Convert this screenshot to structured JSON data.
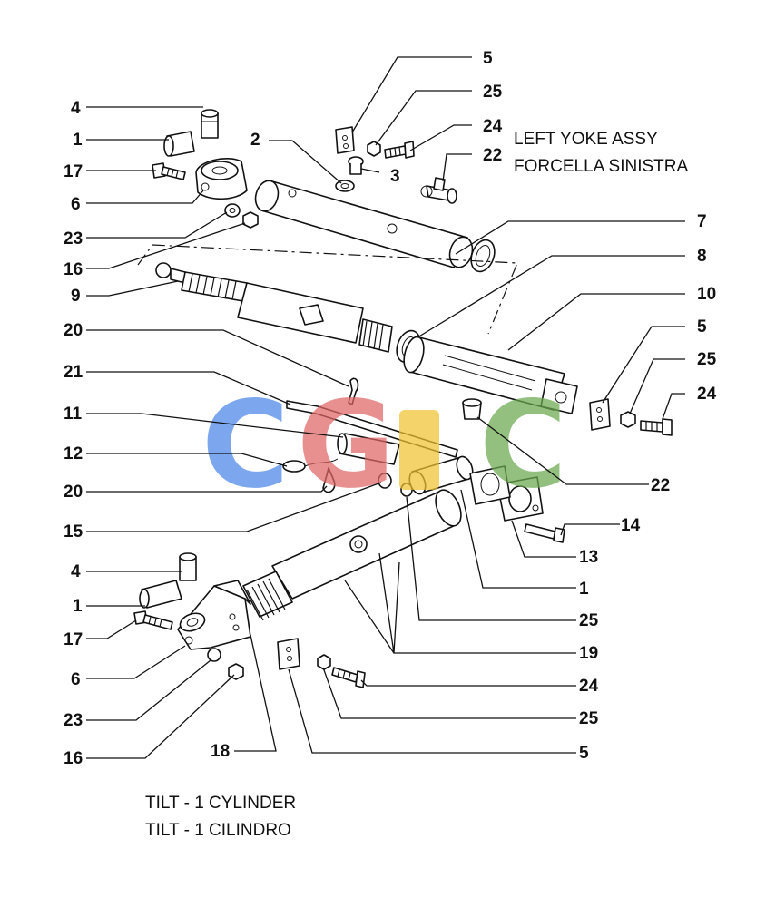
{
  "header": {
    "assy_title": "LEFT YOKE ASSY",
    "assy_subtitle": "FORCELLA SINISTRA"
  },
  "footer": {
    "caption_en": "TILT - 1 CYLINDER",
    "caption_it": "TILT - 1 CILINDRO"
  },
  "watermark": {
    "letters": [
      "C",
      "G",
      "C"
    ],
    "colors": [
      "#4a86e8",
      "#e06666",
      "#f1c232",
      "#6aa84f"
    ]
  },
  "labels": [
    "5",
    "25",
    "24",
    "22",
    "4",
    "2",
    "1",
    "3",
    "17",
    "6",
    "23",
    "7",
    "16",
    "8",
    "9",
    "10",
    "20",
    "5",
    "25",
    "21",
    "24",
    "11",
    "12",
    "22",
    "20",
    "14",
    "15",
    "13",
    "4",
    "1",
    "1",
    "25",
    "17",
    "19",
    "6",
    "24",
    "23",
    "25",
    "16",
    "18",
    "5"
  ]
}
